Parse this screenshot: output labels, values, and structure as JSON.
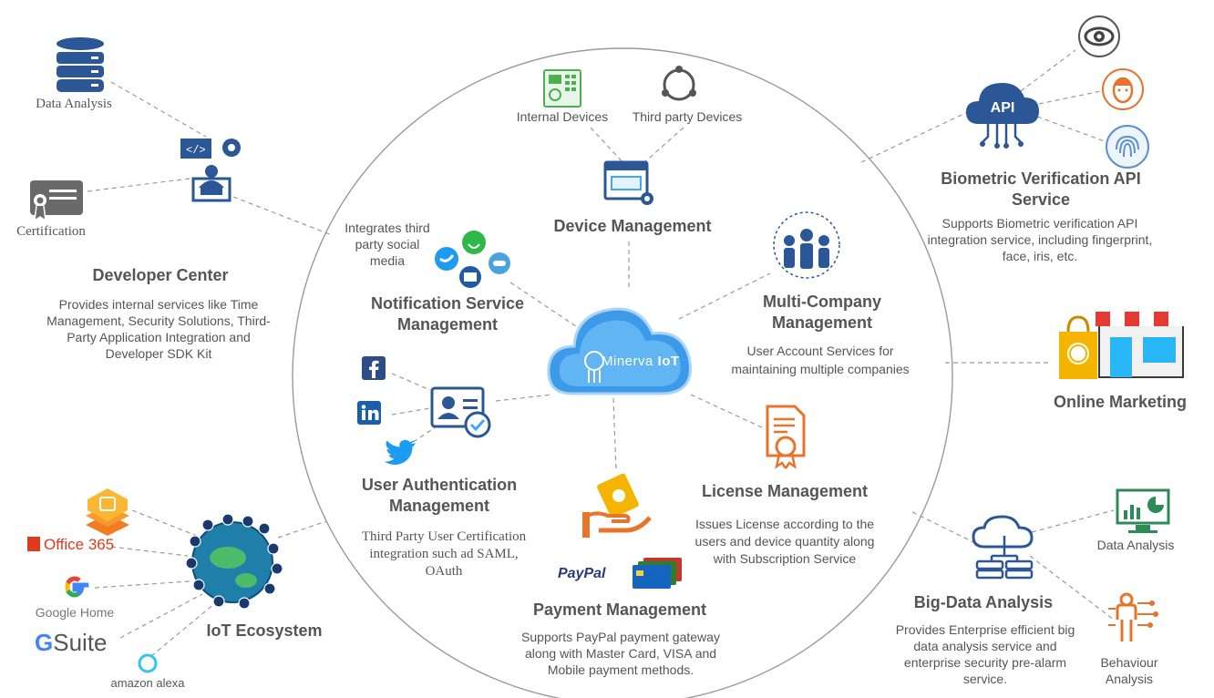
{
  "core": {
    "name": "Minerva",
    "suffix": "IoT"
  },
  "device": {
    "title": "Device Management",
    "internal_label": "Internal Devices",
    "third_party_label": "Third party Devices"
  },
  "notification": {
    "title_line1": "Notification Service",
    "title_line2": "Management",
    "note_line1": "Integrates third",
    "note_line2": "party social",
    "note_line3": "media"
  },
  "multicompany": {
    "title_line1": "Multi-Company",
    "title_line2": "Management",
    "desc_line1": "User Account Services for",
    "desc_line2": "maintaining multiple companies"
  },
  "userauth": {
    "title_line1": "User Authentication",
    "title_line2": "Management",
    "desc_line1": "Third Party User Certification",
    "desc_line2": "integration such ad SAML,",
    "desc_line3": "OAuth"
  },
  "license": {
    "title": "License Management",
    "desc_line1": "Issues License according to the",
    "desc_line2": "users and device quantity along",
    "desc_line3": "with Subscription Service"
  },
  "payment": {
    "title": "Payment Management",
    "desc_line1": "Supports PayPal payment gateway",
    "desc_line2": "along with Master Card, VISA and",
    "desc_line3": "Mobile payment methods.",
    "paypal": "PayPal"
  },
  "developer": {
    "title": "Developer Center",
    "data_analysis_label": "Data Analysis",
    "certification_label": "Certification",
    "desc_line1": "Provides internal services like Time",
    "desc_line2": "Management, Security Solutions, Third-",
    "desc_line3": "Party Application Integration and",
    "desc_line4": "Developer SDK Kit"
  },
  "biometric": {
    "title_line1": "Biometric Verification API",
    "title_line2": "Service",
    "api": "API",
    "desc_line1": "Supports Biometric verification API",
    "desc_line2": "integration service, including fingerprint,",
    "desc_line3": "face, iris, etc."
  },
  "marketing": {
    "title": "Online Marketing"
  },
  "bigdata": {
    "title": "Big-Data Analysis",
    "data_analysis_label": "Data Analysis",
    "behaviour_line1": "Behaviour",
    "behaviour_line2": "Analysis",
    "desc_line1": "Provides Enterprise efficient big",
    "desc_line2": "data analysis service and",
    "desc_line3": "enterprise security pre-alarm",
    "desc_line4": "service."
  },
  "iot": {
    "title": "IoT Ecosystem",
    "office": "Office 365",
    "google_home": "Google Home",
    "gsuite_g": "G",
    "gsuite_text": "Suite",
    "alexa": "amazon alexa"
  },
  "colors": {
    "blue": "#2b5797",
    "cloud": "#42a5f5",
    "orange": "#e8742b",
    "green": "#4caf50",
    "text": "#555555"
  }
}
